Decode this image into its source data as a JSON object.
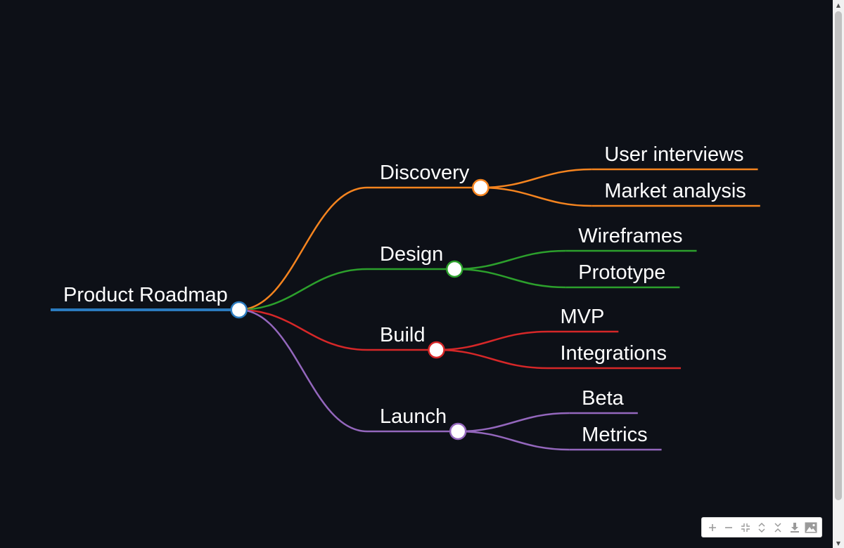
{
  "mindmap": {
    "root": {
      "label": "Product Roadmap",
      "color": "#2b7bbf"
    },
    "branches": [
      {
        "label": "Discovery",
        "color": "#f5841f",
        "children": [
          "User interviews",
          "Market analysis"
        ]
      },
      {
        "label": "Design",
        "color": "#2ca02c",
        "children": [
          "Wireframes",
          "Prototype"
        ]
      },
      {
        "label": "Build",
        "color": "#d62728",
        "children": [
          "MVP",
          "Integrations"
        ]
      },
      {
        "label": "Launch",
        "color": "#9467bd",
        "children": [
          "Beta",
          "Metrics"
        ]
      }
    ]
  },
  "colors": {
    "background": "#0d1017",
    "text": "#ffffff",
    "node_fill": "#ffffff"
  },
  "toolbar": {
    "icons": [
      "zoom-in-icon",
      "zoom-out-icon",
      "fit-icon",
      "expand-all-icon",
      "collapse-all-icon",
      "download-icon",
      "image-icon"
    ]
  }
}
